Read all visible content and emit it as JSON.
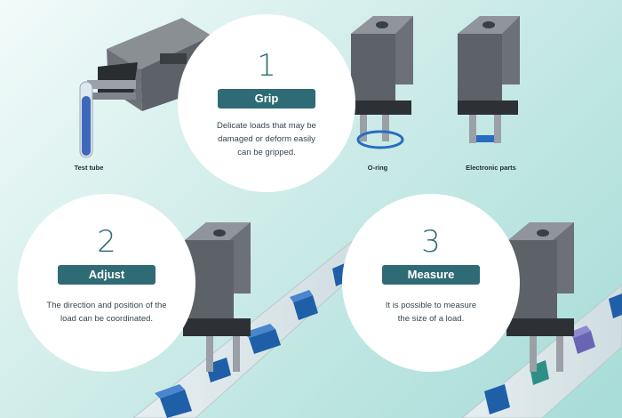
{
  "steps": [
    {
      "number": "1",
      "title": "Grip",
      "description_lines": [
        "Delicate loads that may be",
        "damaged or deform easily",
        "can be gripped."
      ]
    },
    {
      "number": "2",
      "title": "Adjust",
      "description_lines": [
        "The direction and position of the",
        "load can be coordinated."
      ]
    },
    {
      "number": "3",
      "title": "Measure",
      "description_lines": [
        "It is possible to measure",
        "the size of a load."
      ]
    }
  ],
  "labels": {
    "test_tube": "Test tube",
    "o_ring": "O-ring",
    "electronic_parts": "Electronic parts"
  },
  "colors": {
    "accent": "#2f6b74",
    "background": "#c4e8e4",
    "load_blue": "#1f5fa8",
    "load_purple": "#6a64b4",
    "load_teal": "#2e8f86"
  }
}
